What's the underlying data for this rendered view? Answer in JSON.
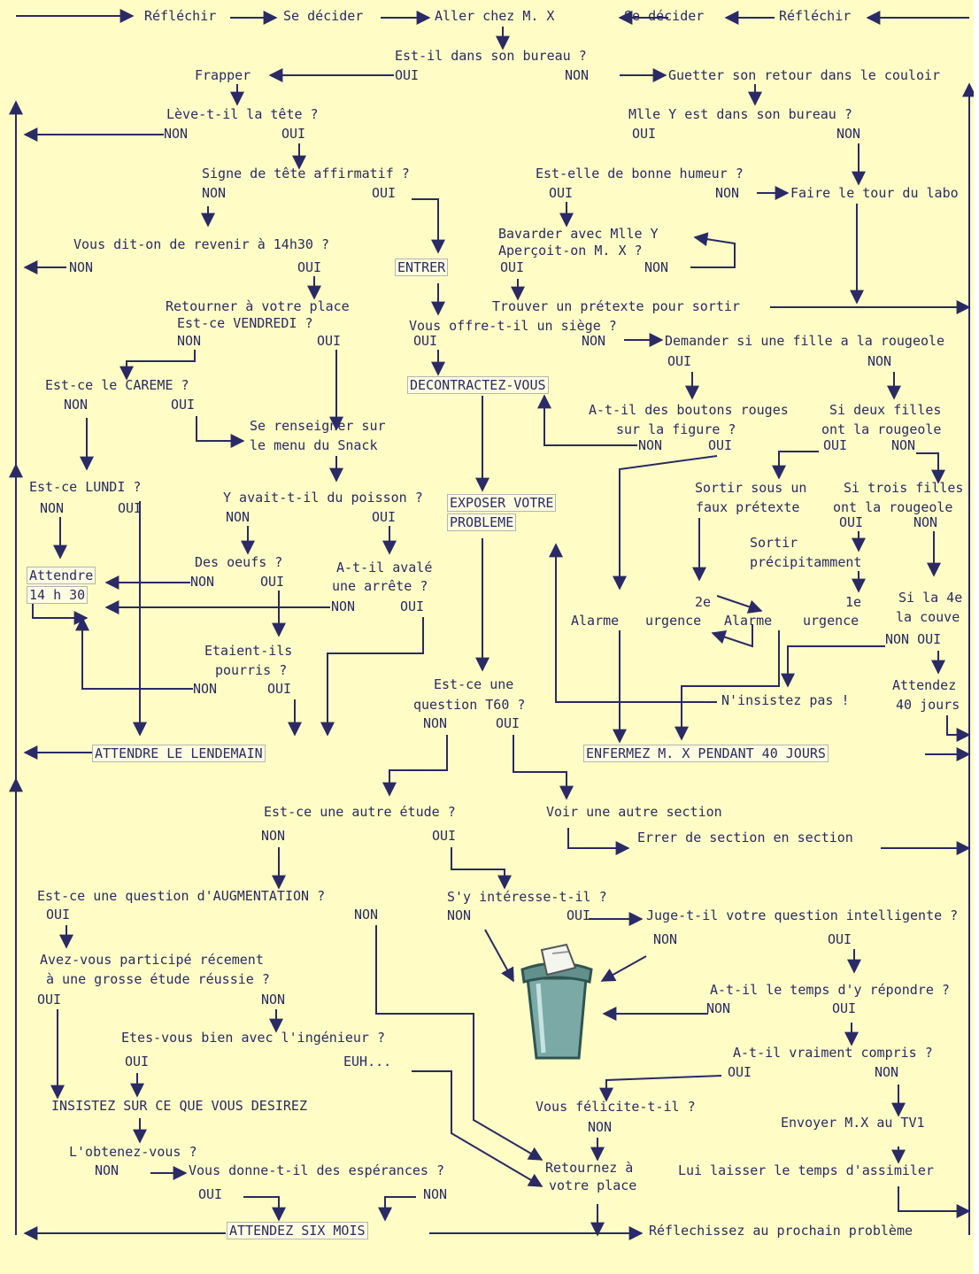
{
  "flowchart": {
    "nodes": [
      "Réfléchir",
      "Se décider",
      "Aller chez M. X",
      "Se décider",
      "Réfléchir",
      "Est-il dans son bureau ?",
      "OUI",
      "NON",
      "Frapper",
      "Guetter son retour dans le couloir",
      "Lève-t-il la tête ?",
      "NON",
      "OUI",
      "Mlle Y est dans son bureau ?",
      "OUI",
      "NON",
      "Signe de tête affirmatif ?",
      "NON",
      "OUI",
      "Est-elle de bonne humeur ?",
      "OUI",
      "NON",
      "Faire le tour du labo",
      "Vous dit-on de revenir à 14h30 ?",
      "NON",
      "OUI",
      "ENTRER",
      "Bavarder avec Mlle Y",
      "Aperçoit-on M. X ?",
      "OUI",
      "NON",
      "Retourner à votre place",
      "Trouver un prétexte pour sortir",
      "Est-ce VENDREDI ?",
      "NON",
      "OUI",
      "Vous offre-t-il un siège ?",
      "OUI",
      "NON",
      "Demander si une fille a la rougeole",
      "OUI",
      "NON",
      "Est-ce le CAREME ?",
      "NON",
      "OUI",
      "DECONTRACTEZ-VOUS",
      "A-t-il des boutons rouges",
      "sur la figure ?",
      "NON",
      "OUI",
      "Si deux filles",
      "ont la rougeole",
      "OUI",
      "NON",
      "Se renseigner sur",
      "le menu du Snack",
      "Est-ce LUNDI ?",
      "NON",
      "OUI",
      "Y avait-t-il du poisson ?",
      "NON",
      "OUI",
      "EXPOSER VOTRE",
      "PROBLEME",
      "Sortir sous un",
      "faux prétexte",
      "Si trois filles",
      "ont la rougeole",
      "OUI",
      "NON",
      "Attendre",
      "14 h 30",
      "Des oeufs ?",
      "NON",
      "OUI",
      "A-t-il avalé",
      "une arrête ?",
      "NON",
      "OUI",
      "Sortir",
      "précipitamment",
      "2e",
      "urgence",
      "Alarme",
      "Alarme",
      "1e",
      "urgence",
      "Si la 4e",
      "la couve",
      "NON OUI",
      "Etaient-ils",
      "pourris ?",
      "NON",
      "OUI",
      "Est-ce une",
      "question T60 ?",
      "NON",
      "OUI",
      "N'insistez pas !",
      "Attendez",
      "40 jours",
      "ATTENDRE LE LENDEMAIN",
      "ENFERMEZ M. X PENDANT 40 JOURS",
      "Est-ce une autre étude ?",
      "NON",
      "OUI",
      "Voir une autre section",
      "Errer de section en section",
      "Est-ce une question d'AUGMENTATION ?",
      "OUI",
      "NON",
      "S'y intéresse-t-il ?",
      "NON",
      "OUI",
      "Juge-t-il votre question intelligente ?",
      "NON",
      "OUI",
      "Avez-vous participé récement",
      "à une grosse étude réussie ?",
      "OUI",
      "NON",
      "A-t-il le temps d'y répondre ?",
      "NON",
      "OUI",
      "Etes-vous bien avec l'ingénieur ?",
      "OUI",
      "EUH...",
      "A-t-il vraiment compris ?",
      "OUI",
      "NON",
      "INSISTEZ SUR CE QUE VOUS DESIREZ",
      "Vous félicite-t-il ?",
      "NON",
      "Envoyer M.X au TV1",
      "L'obtenez-vous ?",
      "NON",
      "Vous donne-t-il des espérances ?",
      "Retournez à",
      "votre place",
      "Lui laisser le temps d'assimiler",
      "OUI",
      "NON",
      "ATTENDEZ SIX MOIS",
      "Réflechissez au prochain problème"
    ],
    "colors": {
      "background": "#fffdc5",
      "text": "#2a2a66",
      "lines": "#2a2a66",
      "box_border": "#b4b4b4"
    },
    "icons": [
      "trash-can-icon"
    ]
  }
}
